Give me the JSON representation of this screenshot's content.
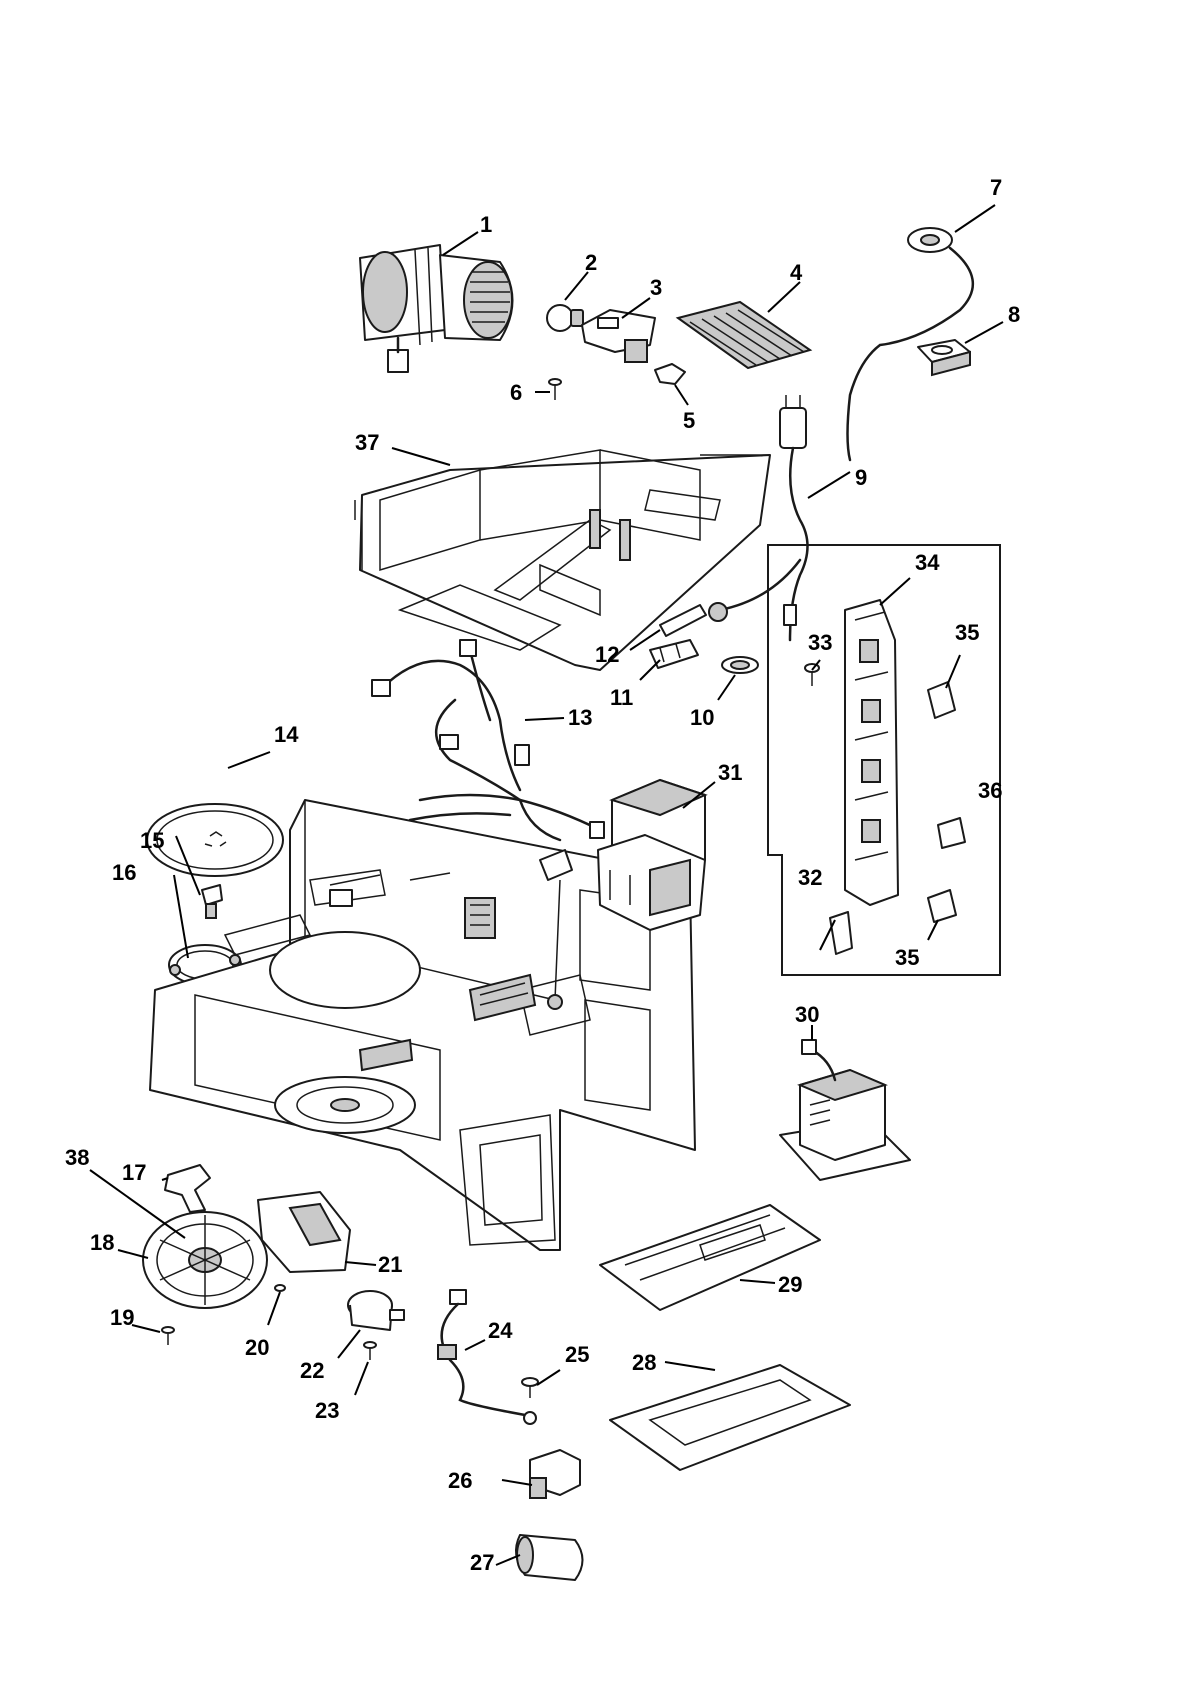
{
  "callouts": [
    {
      "id": "1",
      "label": "1"
    },
    {
      "id": "2",
      "label": "2"
    },
    {
      "id": "3",
      "label": "3"
    },
    {
      "id": "4",
      "label": "4"
    },
    {
      "id": "5",
      "label": "5"
    },
    {
      "id": "6",
      "label": "6"
    },
    {
      "id": "7",
      "label": "7"
    },
    {
      "id": "8",
      "label": "8"
    },
    {
      "id": "9",
      "label": "9"
    },
    {
      "id": "10",
      "label": "10"
    },
    {
      "id": "11",
      "label": "11"
    },
    {
      "id": "12",
      "label": "12"
    },
    {
      "id": "13",
      "label": "13"
    },
    {
      "id": "14",
      "label": "14"
    },
    {
      "id": "15",
      "label": "15"
    },
    {
      "id": "16",
      "label": "16"
    },
    {
      "id": "17",
      "label": "17"
    },
    {
      "id": "18",
      "label": "18"
    },
    {
      "id": "19",
      "label": "19"
    },
    {
      "id": "20",
      "label": "20"
    },
    {
      "id": "21",
      "label": "21"
    },
    {
      "id": "22",
      "label": "22"
    },
    {
      "id": "23",
      "label": "23"
    },
    {
      "id": "24",
      "label": "24"
    },
    {
      "id": "25",
      "label": "25"
    },
    {
      "id": "26",
      "label": "26"
    },
    {
      "id": "27",
      "label": "27"
    },
    {
      "id": "28",
      "label": "28"
    },
    {
      "id": "29",
      "label": "29"
    },
    {
      "id": "30",
      "label": "30"
    },
    {
      "id": "31",
      "label": "31"
    },
    {
      "id": "32",
      "label": "32"
    },
    {
      "id": "33",
      "label": "33"
    },
    {
      "id": "34",
      "label": "34"
    },
    {
      "id": "35a",
      "label": "35"
    },
    {
      "id": "35b",
      "label": "35"
    },
    {
      "id": "36",
      "label": "36"
    },
    {
      "id": "37",
      "label": "37"
    },
    {
      "id": "38",
      "label": "38"
    }
  ]
}
